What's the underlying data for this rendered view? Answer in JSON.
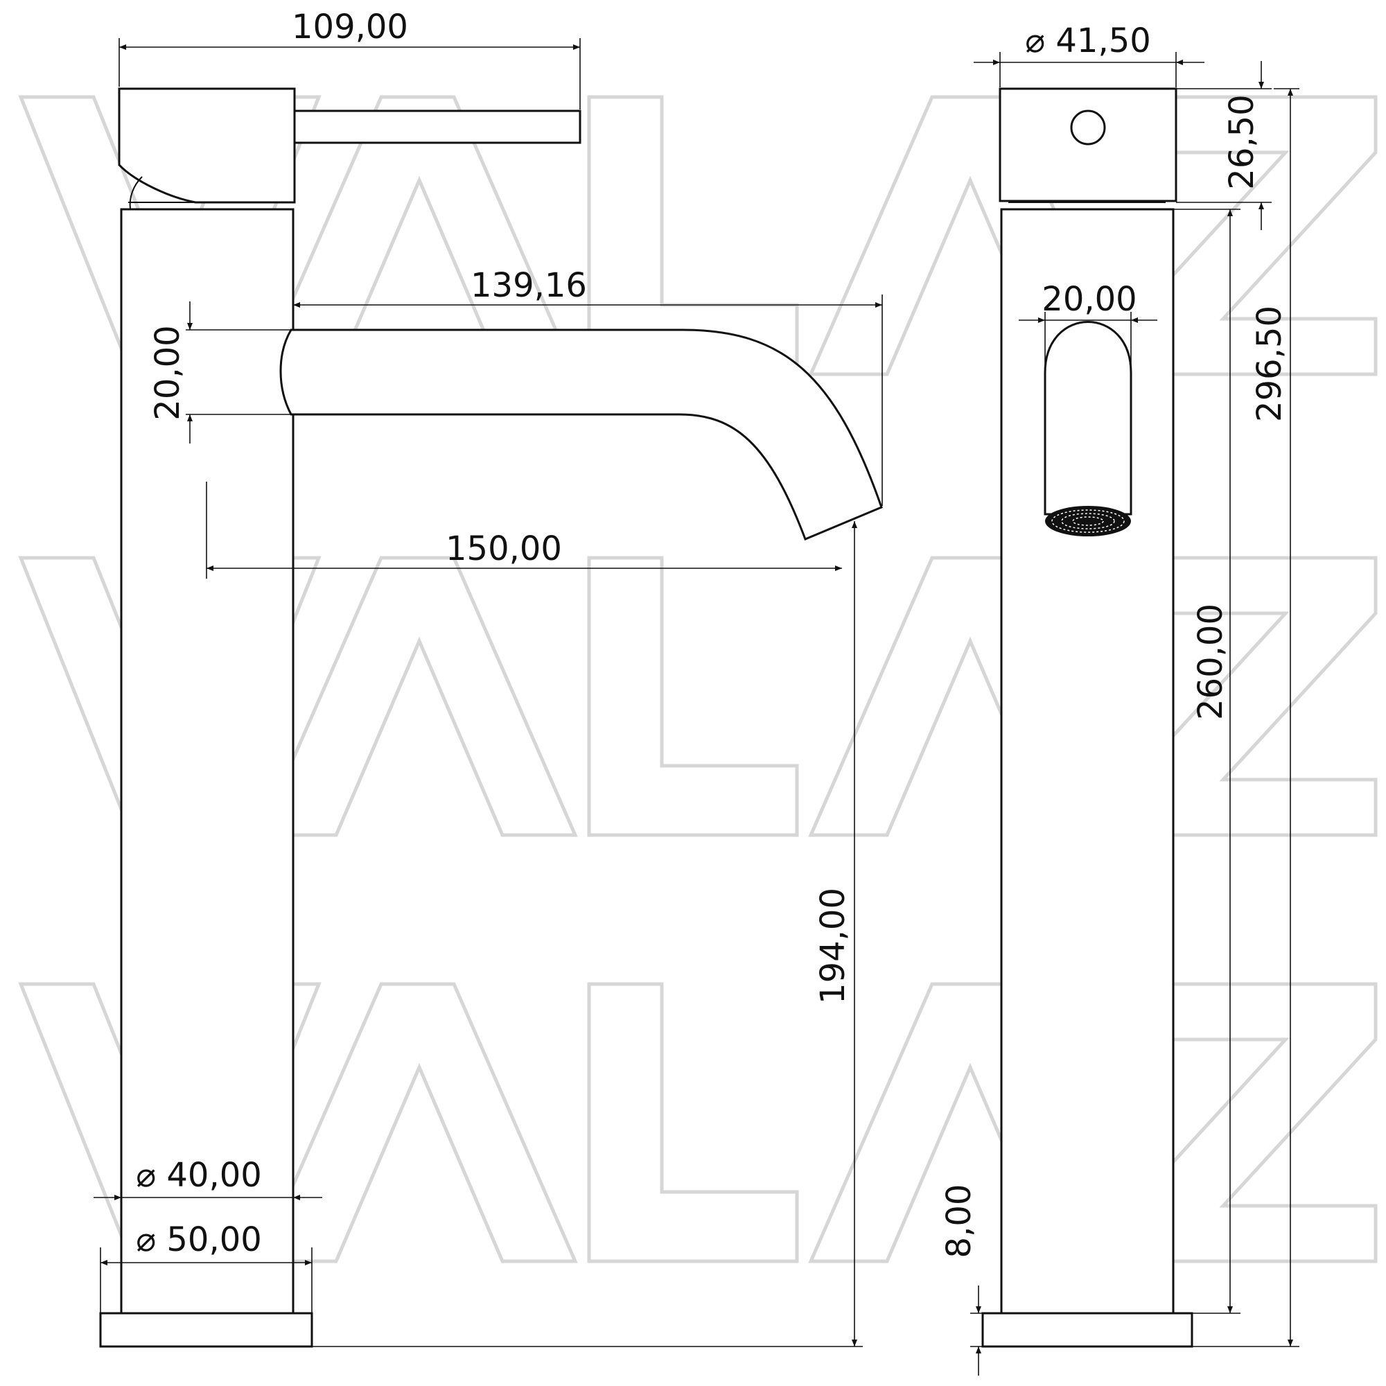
{
  "watermark": {
    "text": "VALAZ"
  },
  "dimensions": {
    "handle_length": "109,00",
    "spout_reach": "139,16",
    "spout_height": "20,00",
    "outlet_distance": "150,00",
    "outlet_height": "194,00",
    "body_diameter": "⌀ 40,00",
    "base_diameter": "⌀ 50,00",
    "top_diameter": "⌀ 41,50",
    "handle_height": "26,50",
    "spout_width": "20,00",
    "total_height": "296,50",
    "body_height": "260,00",
    "base_height": "8,00"
  }
}
